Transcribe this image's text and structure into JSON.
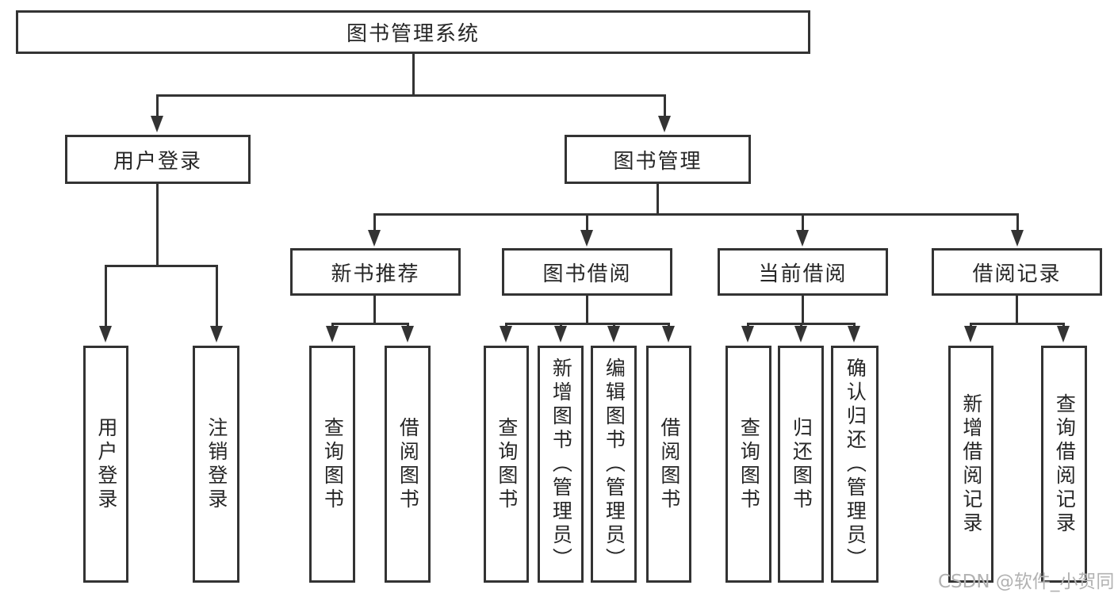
{
  "nodes": {
    "root": {
      "label": "图书管理系统"
    },
    "user_login": {
      "label": "用户登录"
    },
    "book_management": {
      "label": "图书管理"
    },
    "new_book_recommend": {
      "label": "新书推荐"
    },
    "book_borrow": {
      "label": "图书借阅"
    },
    "current_borrow": {
      "label": "当前借阅"
    },
    "borrow_records": {
      "label": "借阅记录"
    },
    "leaves": [
      {
        "label": "用户登录"
      },
      {
        "label": "注销登录"
      },
      {
        "label": "查询图书"
      },
      {
        "label": "借阅图书"
      },
      {
        "label": "查询图书"
      },
      {
        "label": "新增图书（管理员）"
      },
      {
        "label": "编辑图书（管理员）"
      },
      {
        "label": "借阅图书"
      },
      {
        "label": "查询图书"
      },
      {
        "label": "归还图书"
      },
      {
        "label": "确认归还（管理员）"
      },
      {
        "label": "新增借阅记录"
      },
      {
        "label": "查询借阅记录"
      }
    ]
  },
  "watermark": "CSDN @软件_小贺同学",
  "colors": {
    "line": "#333333",
    "text": "#262626",
    "background": "#ffffff",
    "watermark": "#b2b2b2"
  }
}
